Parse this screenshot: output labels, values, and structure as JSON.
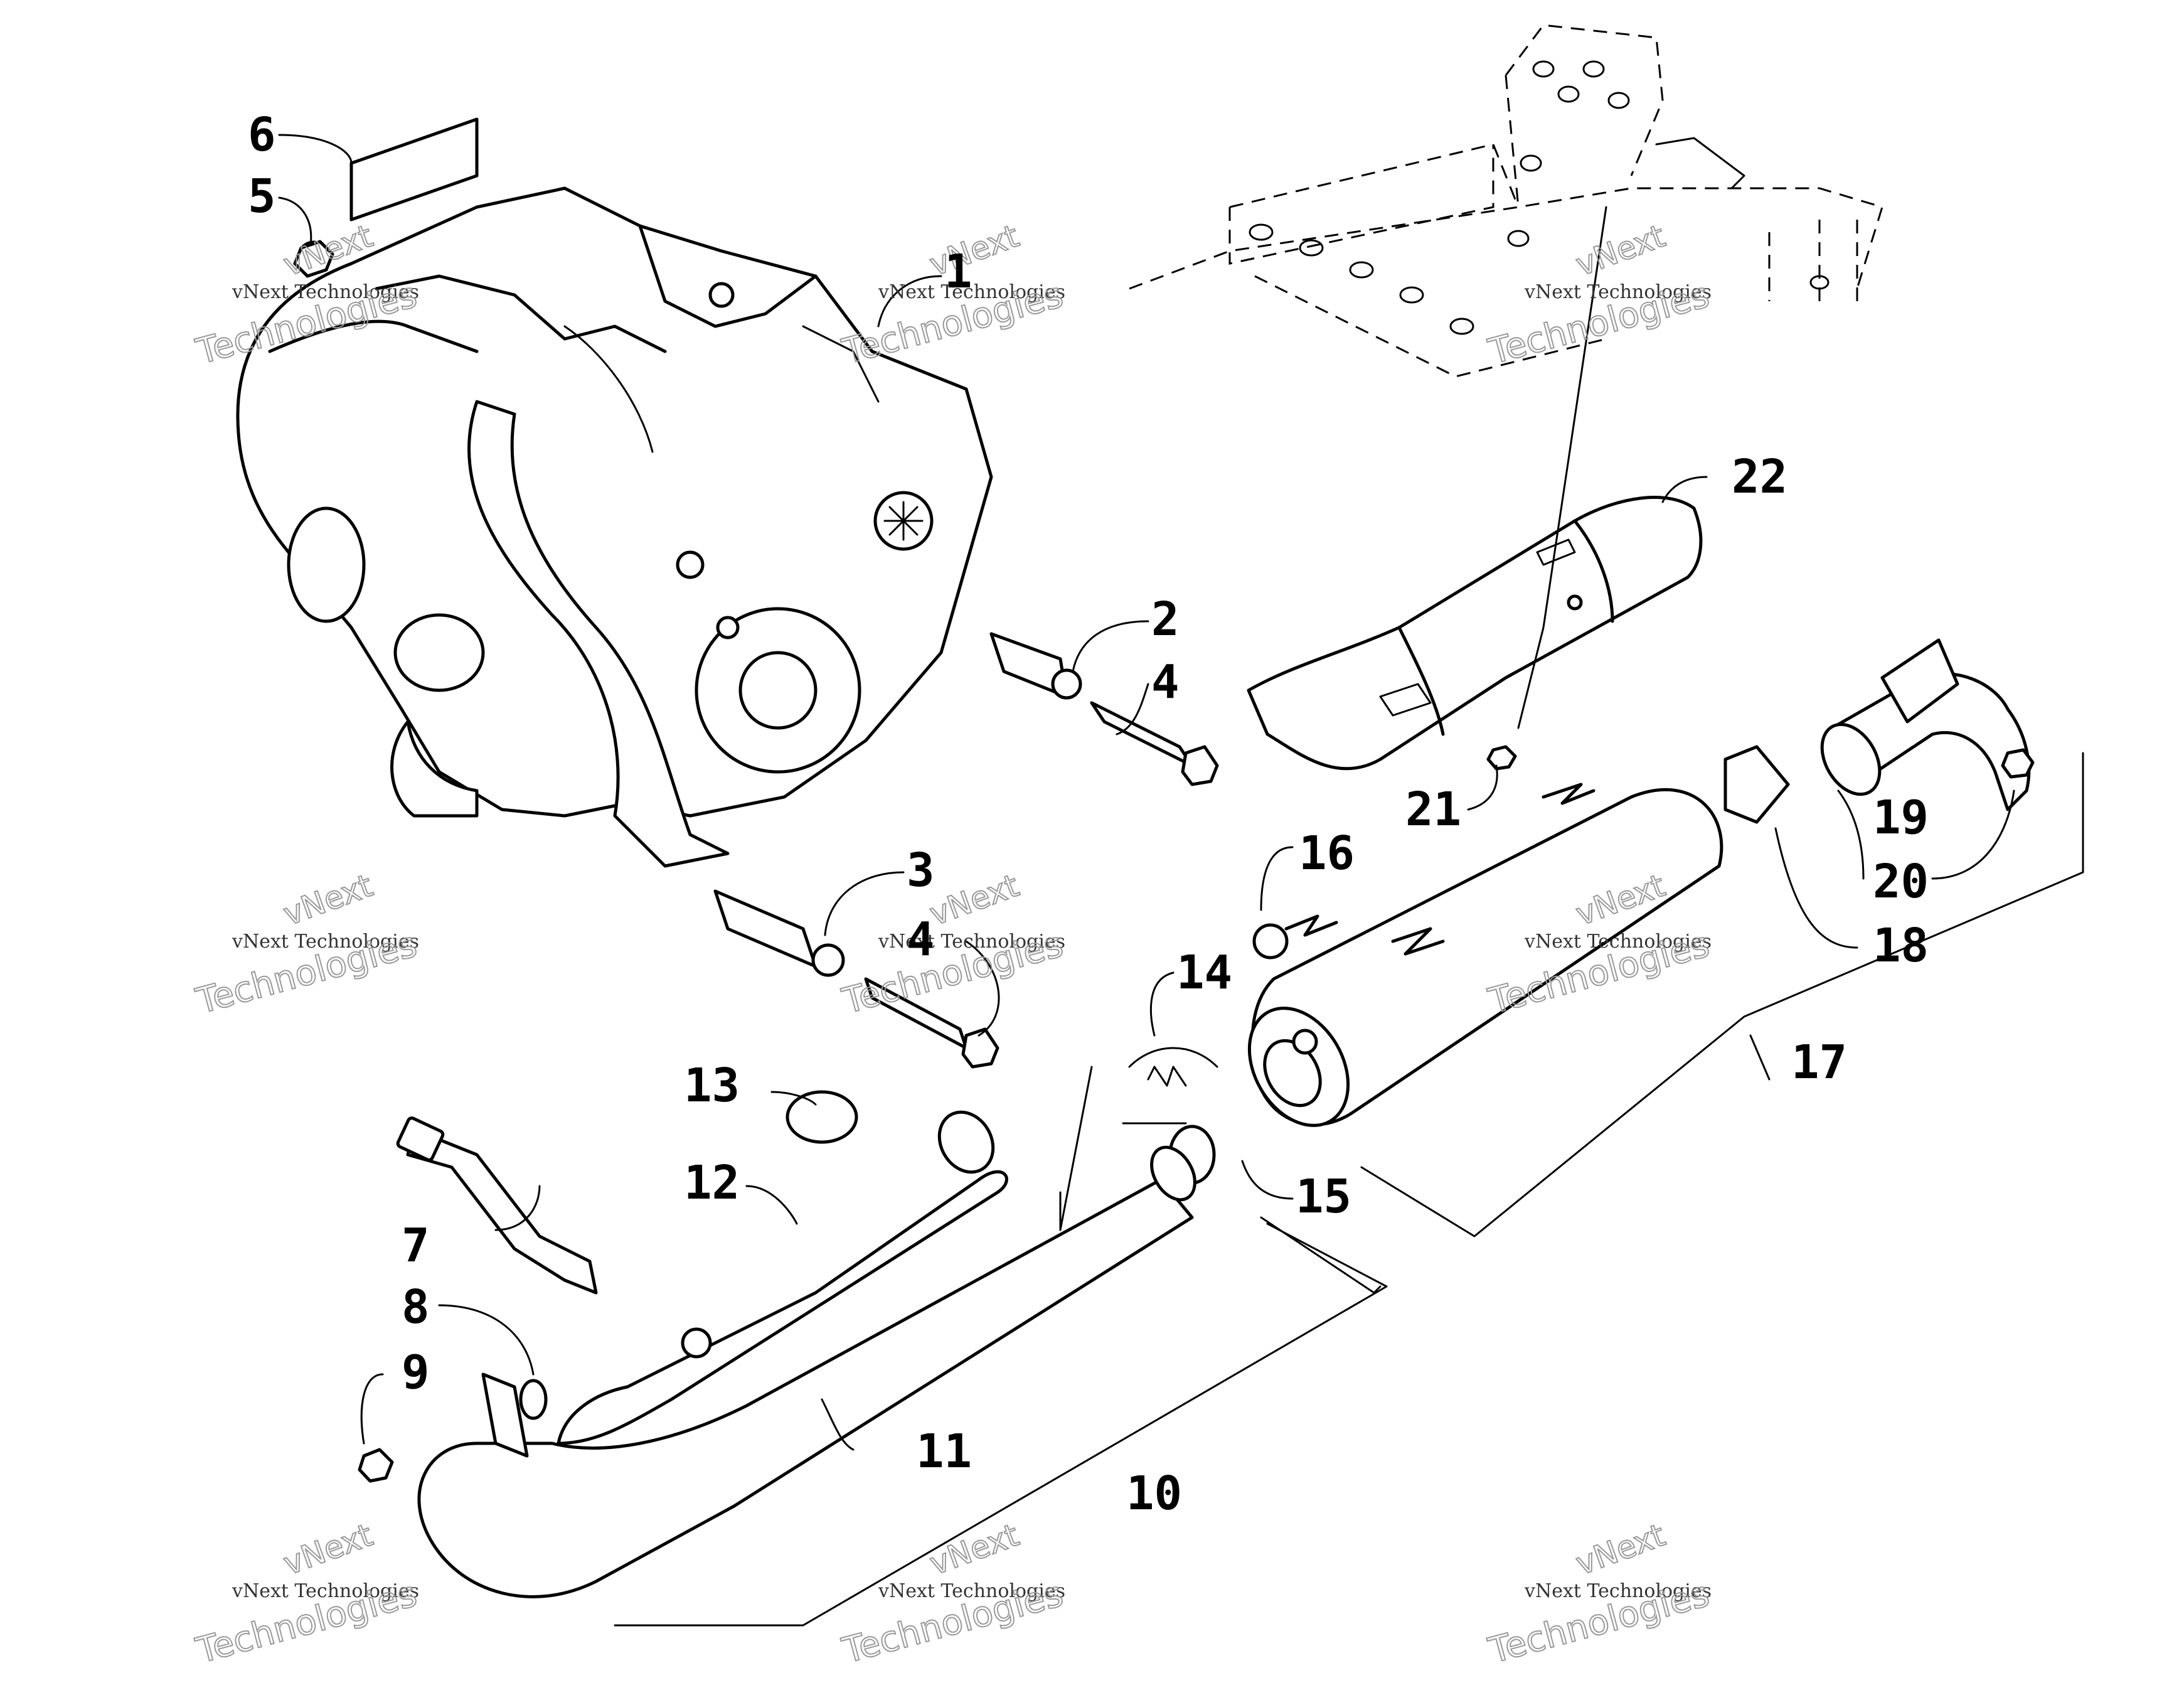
{
  "diagram": {
    "part_numbers": [
      "1",
      "2",
      "3",
      "4",
      "4",
      "5",
      "6",
      "7",
      "8",
      "9",
      "10",
      "11",
      "12",
      "13",
      "14",
      "15",
      "16",
      "17",
      "18",
      "19",
      "20",
      "21",
      "22"
    ],
    "watermark": {
      "small_text": "vNext Technologies",
      "large_text": "Technologies",
      "top_text": "vNext"
    }
  }
}
